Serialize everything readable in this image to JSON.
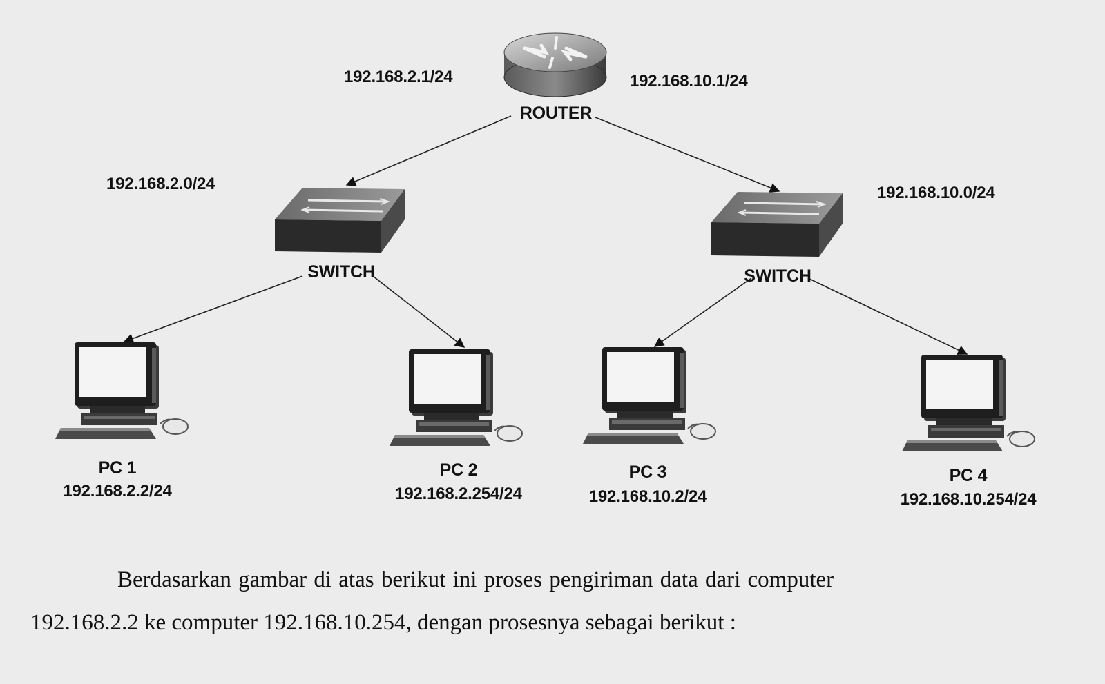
{
  "diagram": {
    "router": {
      "label": "ROUTER",
      "ip_left": "192.168.2.1/24",
      "ip_right": "192.168.10.1/24"
    },
    "switches": [
      {
        "label": "SWITCH",
        "network": "192.168.2.0/24"
      },
      {
        "label": "SWITCH",
        "network": "192.168.10.0/24"
      }
    ],
    "pcs": [
      {
        "name": "PC 1",
        "ip": "192.168.2.2/24"
      },
      {
        "name": "PC 2",
        "ip": "192.168.2.254/24"
      },
      {
        "name": "PC 3",
        "ip": "192.168.10.2/24"
      },
      {
        "name": "PC 4",
        "ip": "192.168.10.254/24"
      }
    ]
  },
  "caption": {
    "line1": "Berdasarkan gambar di atas berikut ini proses pengiriman data dari computer",
    "line2": "192.168.2.2 ke computer 192.168.10.254, dengan prosesnya sebagai berikut :"
  },
  "colors": {
    "paper": "#ececec",
    "device_dark": "#2a2a2a",
    "screen": "#f4f4f4",
    "text": "#111111"
  }
}
